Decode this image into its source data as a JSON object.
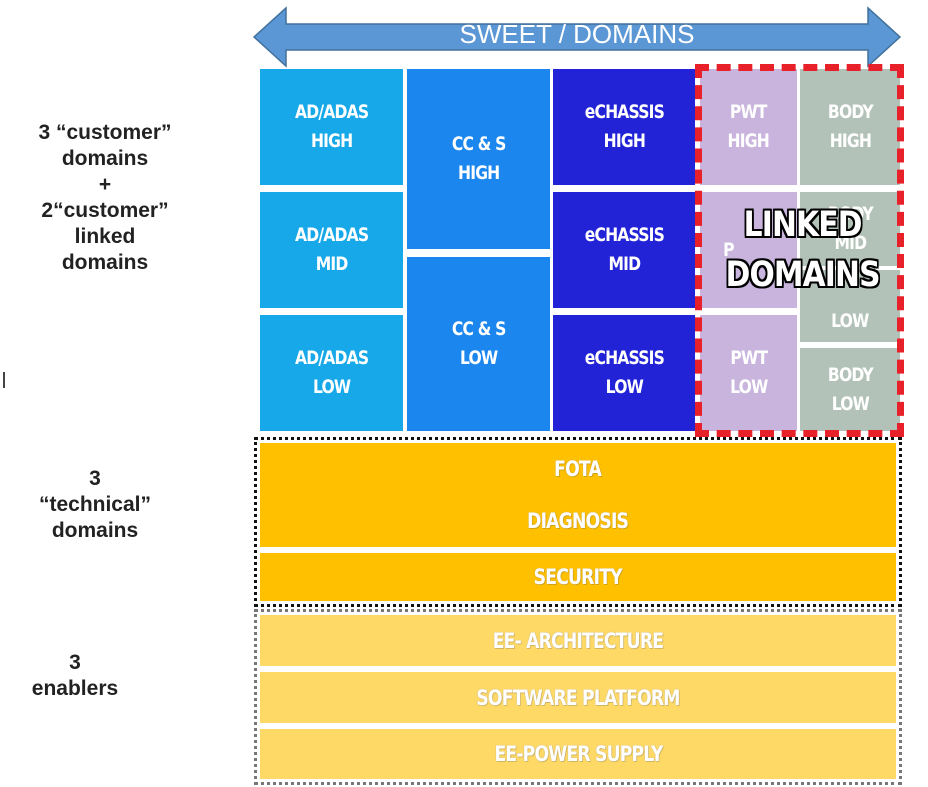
{
  "header": {
    "arrow_label": "SWEET / DOMAINS"
  },
  "side_labels": {
    "customer": "3 “customer”\ndomains\n+\n2“customer”\nlinked\ndomains",
    "technical": "3\n“technical”\ndomains",
    "enablers": "3\nenablers"
  },
  "customer_domains": {
    "ad_adas_high": "AD/ADAS\nHIGH",
    "ad_adas_mid": "AD/ADAS\nMID",
    "ad_adas_low": "AD/ADAS\nLOW",
    "ccs_high": "CC & S\nHIGH",
    "ccs_low": "CC & S\nLOW",
    "echassis_high": "eCHASSIS\nHIGH",
    "echassis_mid": "eCHASSIS\nMID",
    "echassis_low": "eCHASSIS\nLOW",
    "pwt_high": "PWT\nHIGH",
    "pwt_mid": "P",
    "pwt_low": "PWT\nLOW",
    "body_high": "BODY\nHIGH",
    "body_mid": "BODY\nMID",
    "body_midlow": "LOW",
    "body_low": "BODY\nLOW"
  },
  "linked_label": "LINKED\nDOMAINS",
  "technical_domains": {
    "fota": "FOTA",
    "diagnosis": "DIAGNOSIS",
    "security": "SECURITY"
  },
  "enablers": {
    "ee_architecture": "EE- ARCHITECTURE",
    "software_platform": "SOFTWARE PLATFORM",
    "ee_power_supply": "EE-POWER SUPPLY"
  },
  "colors": {
    "arrow": "#5b97d5",
    "ad_adas": "#16a8e8",
    "ccs": "#1a86ee",
    "echassis": "#2222d6",
    "pwt": "#c9b4dd",
    "body": "#b3c2b8",
    "technical": "#ffc000",
    "enablers": "#ffd966",
    "linked_border": "#e8202a"
  }
}
